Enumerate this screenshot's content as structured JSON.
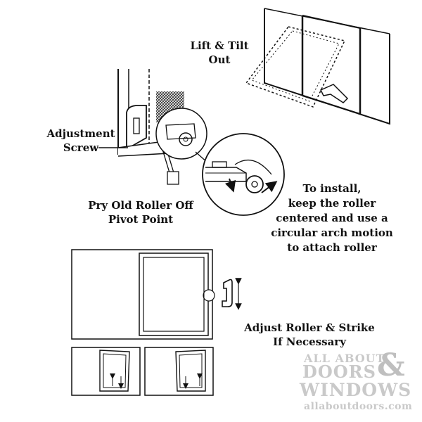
{
  "labels": {
    "lift_tilt": [
      "Lift & Tilt",
      "Out"
    ],
    "adjustment_screw": [
      "Adjustment",
      "Screw"
    ],
    "pry_roller": [
      "Pry Old Roller Off",
      "Pivot Point"
    ],
    "install": [
      "To install,",
      "keep the roller",
      "centered and use a",
      "circular arch motion",
      "to attach roller"
    ],
    "adjust_roller": [
      "Adjust Roller & Strike",
      "If Necessary"
    ]
  },
  "watermark": {
    "line1": "ALL ABOUT",
    "line2": "DOORS",
    "ampersand": "&",
    "line3": "WINDOWS",
    "url": "allaboutdoors.com"
  }
}
